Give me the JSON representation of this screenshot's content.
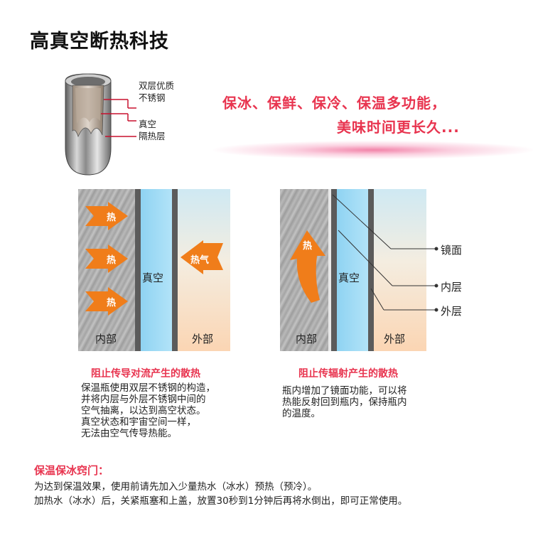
{
  "title": "高真空断热科技",
  "flask_labels": {
    "layer1_line1": "双层优质",
    "layer1_line2": "不锈钢",
    "layer2_line1": "真空",
    "layer2_line2": "隔热层"
  },
  "slogan": {
    "line1": "保冰、保鲜、保冷、保温多功能，",
    "line2": "美味时间更长久..."
  },
  "panel1": {
    "heat_labels": [
      "热",
      "热",
      "热"
    ],
    "steam_label": "热气",
    "vacuum": "真空",
    "inside": "内部",
    "outside": "外部",
    "caption": "阻止传导对流产生的散热",
    "desc": [
      "保温瓶使用双层不锈钢的构造，",
      "并将内层与外层不锈钢中间的",
      "空气抽离，以达到高空状态。",
      "真空状态和宇宙空间一样，",
      "无法由空气传导热能。"
    ]
  },
  "panel2": {
    "heat_label": "热",
    "vacuum": "真空",
    "inside": "内部",
    "outside": "外部",
    "mirror": "镜面",
    "inner_layer": "内层",
    "outer_layer": "外层",
    "caption": "阻止传辐射产生的散热",
    "desc": [
      "瓶内增加了镜面功能，可以将",
      "热能反射回到瓶内，保持瓶内",
      "的温度。"
    ]
  },
  "tips": {
    "title": "保温保冰窍门：",
    "line1": "为达到保温效果，使用前请先加入少量热水（冰水）预热（预冷）。",
    "line2": "加热水（冰水）后，关紧瓶塞和上盖，放置30秒到1分钟后再将水倒出，即可正常使用。"
  },
  "colors": {
    "accent_red": "#e8344f",
    "arrow_orange": "#f07d1a",
    "vacuum_blue": "#9dd8f4"
  }
}
